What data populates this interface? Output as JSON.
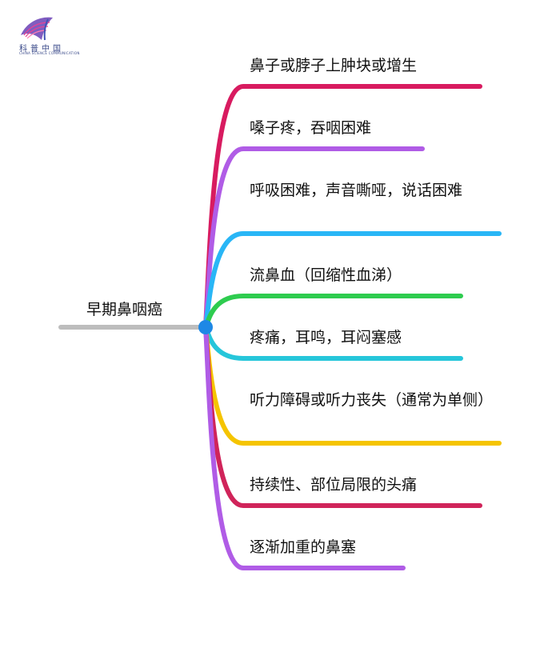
{
  "logo": {
    "name": "kepu-china-logo-icon",
    "text": "科普中国",
    "subtext": "CHINA SCIENCE COMMUNICATION"
  },
  "root": {
    "label": "早期鼻咽癌",
    "line_color": "#bdbdbd",
    "node_color": "#1e88e5"
  },
  "branches": [
    {
      "label": "鼻子或脖子上肿块或增生",
      "color": "#d81b60"
    },
    {
      "label": "嗓子疼，吞咽困难",
      "color": "#b05ce6"
    },
    {
      "label": "呼吸困难，声音嘶哑，说话困难",
      "color": "#29b6f6"
    },
    {
      "label": "流鼻血（回缩性血涕）",
      "color": "#2ecc4f"
    },
    {
      "label": "疼痛，耳鸣，耳闷塞感",
      "color": "#26c6da"
    },
    {
      "label": "听力障碍或听力丧失（通常为单侧）",
      "color": "#f5c400"
    },
    {
      "label": "持续性、部位局限的头痛",
      "color": "#d0245a"
    },
    {
      "label": "逐渐加重的鼻塞",
      "color": "#b05ce6"
    }
  ]
}
